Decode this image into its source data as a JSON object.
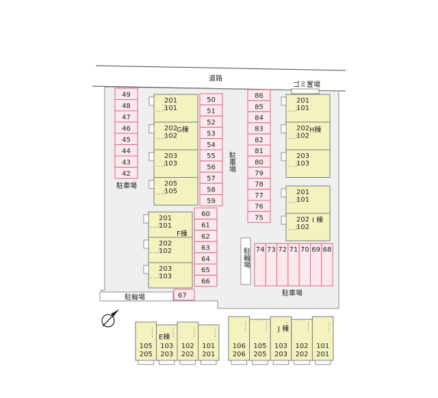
{
  "road": {
    "label": "道路"
  },
  "garbage": {
    "label": "ゴミ置場"
  },
  "parking_label": "駐車場",
  "bicycle_label": "駐輪場",
  "parking": {
    "col1": [
      "49",
      "48",
      "47",
      "46",
      "45",
      "44",
      "43",
      "42"
    ],
    "col2": [
      "50",
      "51",
      "52",
      "53",
      "54",
      "55",
      "56",
      "57",
      "58",
      "59"
    ],
    "col3": [
      "60",
      "61",
      "62",
      "63",
      "64",
      "65",
      "66"
    ],
    "single": "67",
    "col4": [
      "86",
      "85",
      "84",
      "83",
      "82",
      "81",
      "80",
      "79",
      "78",
      "77",
      "76",
      "75"
    ],
    "row": [
      "74",
      "73",
      "72",
      "71",
      "70",
      "69",
      "68"
    ]
  },
  "buildings": {
    "g": {
      "name": "G棟",
      "units": [
        [
          "201",
          "101"
        ],
        [
          "202",
          "102"
        ],
        [
          "203",
          "103"
        ],
        [
          "205",
          "105"
        ]
      ]
    },
    "f": {
      "name": "F棟",
      "units": [
        [
          "201",
          "101"
        ],
        [
          "202",
          "102"
        ],
        [
          "203",
          "103"
        ]
      ]
    },
    "h": {
      "name": "H棟",
      "units": [
        [
          "201",
          "101"
        ],
        [
          "202",
          "102"
        ],
        [
          "203",
          "103"
        ]
      ]
    },
    "i": {
      "name": "I 棟",
      "units": [
        [
          "201",
          "101"
        ],
        [
          "202",
          "102"
        ]
      ]
    },
    "e": {
      "name": "E棟",
      "units": [
        [
          "105",
          "205"
        ],
        [
          "103",
          "203"
        ],
        [
          "102",
          "202"
        ],
        [
          "101",
          "201"
        ]
      ]
    },
    "j": {
      "name": "J 棟",
      "units": [
        [
          "106",
          "206"
        ],
        [
          "105",
          "205"
        ],
        [
          "103",
          "203"
        ],
        [
          "102",
          "202"
        ],
        [
          "101",
          "201"
        ]
      ]
    }
  },
  "compass": {
    "icon": "north-arrow-icon"
  },
  "colors": {
    "ground": "#efefef",
    "building": "#f4f3c0",
    "parking_fill": "#fbe9ee",
    "parking_stroke": "#d9657f"
  }
}
